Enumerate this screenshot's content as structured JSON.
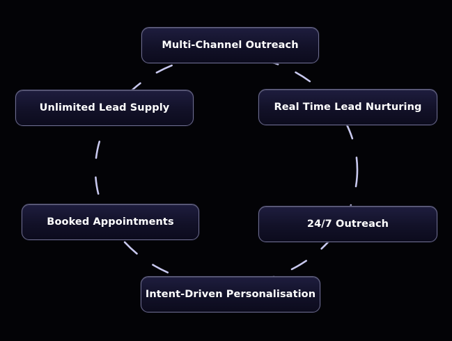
{
  "diagram": {
    "nodes": [
      {
        "id": "top",
        "label": "Multi-Channel Outreach"
      },
      {
        "id": "ul",
        "label": "Unlimited Lead Supply"
      },
      {
        "id": "ur",
        "label": "Real Time Lead Nurturing"
      },
      {
        "id": "ll",
        "label": "Booked Appointments"
      },
      {
        "id": "lr",
        "label": "24/7 Outreach"
      },
      {
        "id": "bottom",
        "label": "Intent-Driven Personalisation"
      }
    ],
    "connector": {
      "style": "dashed",
      "shape": "ellipse",
      "color": "#c8c8ee"
    },
    "colors": {
      "background": "#030306",
      "node_fill": "#141330",
      "node_border": "#6e6d8e",
      "text": "#ffffff"
    }
  }
}
